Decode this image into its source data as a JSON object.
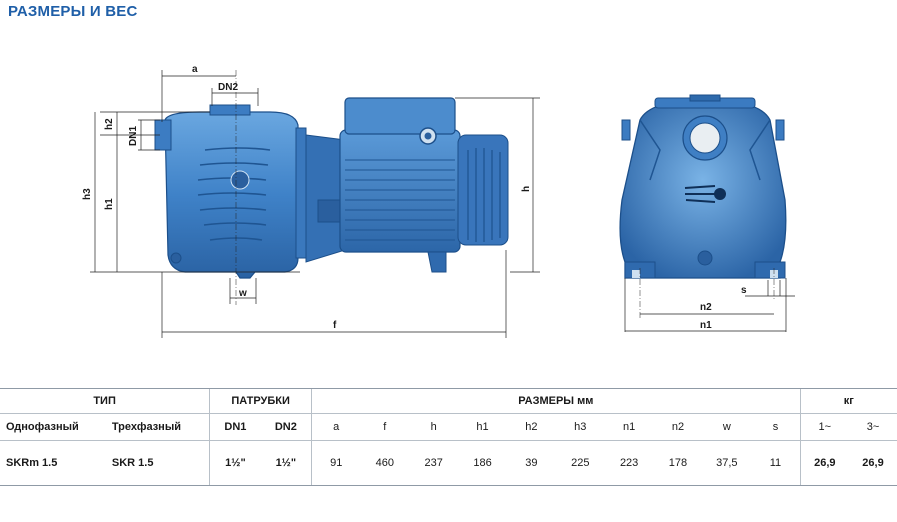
{
  "title": "РАЗМЕРЫ И ВЕС",
  "drawing": {
    "labels": {
      "a": "a",
      "dn2": "DN2",
      "dn1": "DN1",
      "h2": "h2",
      "h1": "h1",
      "h3": "h3",
      "h": "h",
      "f": "f",
      "w": "w",
      "s": "s",
      "n1": "n1",
      "n2": "n2"
    }
  },
  "table": {
    "groups": {
      "type": "ТИП",
      "ports": "ПАТРУБКИ",
      "dims": "РАЗМЕРЫ мм",
      "weight": "кг"
    },
    "columns": [
      "Однофазный",
      "Трехфазный",
      "DN1",
      "DN2",
      "a",
      "f",
      "h",
      "h1",
      "h2",
      "h3",
      "n1",
      "n2",
      "w",
      "s",
      "1~",
      "3~"
    ],
    "rows": [
      [
        "SKRm 1.5",
        "SKR 1.5",
        "1½\"",
        "1½\"",
        "91",
        "460",
        "237",
        "186",
        "39",
        "225",
        "223",
        "178",
        "37,5",
        "11",
        "26,9",
        "26,9"
      ]
    ]
  },
  "colors": {
    "title": "#1f5fa8",
    "pump_body": "#4d8fd0",
    "pump_dark": "#245c9c"
  }
}
